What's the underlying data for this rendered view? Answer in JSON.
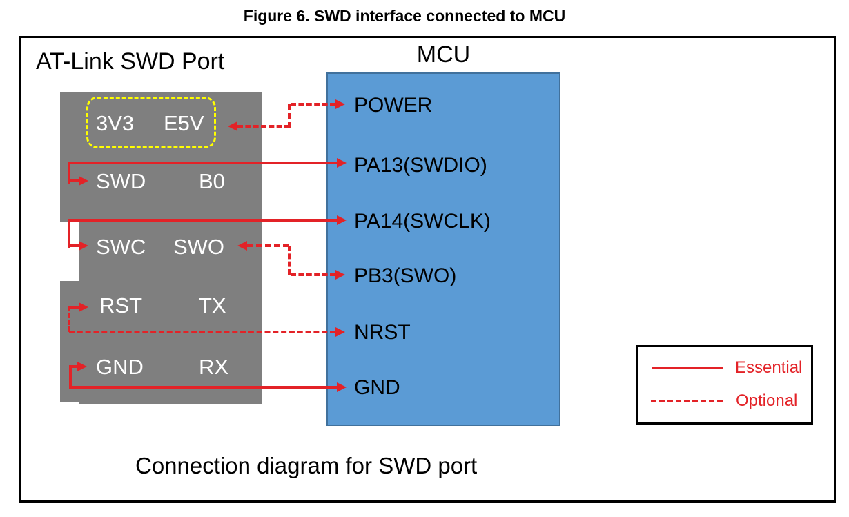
{
  "figure_title": "Figure 6. SWD interface connected to MCU",
  "caption": "Connection diagram for SWD port",
  "atlink": {
    "title": "AT-Link SWD Port",
    "power_pins": {
      "left": "3V3",
      "right": "E5V"
    },
    "rows": [
      {
        "left": "SWD",
        "right": "B0"
      },
      {
        "left": "SWC",
        "right": "SWO"
      },
      {
        "left": "RST",
        "right": "TX"
      },
      {
        "left": "GND",
        "right": "RX"
      }
    ]
  },
  "mcu": {
    "title": "MCU",
    "pins": [
      "POWER",
      "PA13(SWDIO)",
      "PA14(SWCLK)",
      "PB3(SWO)",
      "NRST",
      "GND"
    ]
  },
  "legend": {
    "essential": "Essential",
    "optional": "Optional"
  },
  "connections": [
    {
      "from": "3V3/E5V",
      "to": "POWER",
      "type": "optional"
    },
    {
      "from": "SWD",
      "to": "PA13(SWDIO)",
      "type": "essential"
    },
    {
      "from": "SWC",
      "to": "PA14(SWCLK)",
      "type": "essential"
    },
    {
      "from": "SWO",
      "to": "PB3(SWO)",
      "type": "optional"
    },
    {
      "from": "RST",
      "to": "NRST",
      "type": "optional"
    },
    {
      "from": "GND",
      "to": "GND",
      "type": "essential"
    }
  ],
  "colors": {
    "connector_gray": "#7f7f7f",
    "mcu_blue": "#5b9bd5",
    "mcu_border": "#41719c",
    "wire_red": "#e32227",
    "power_outline_yellow": "#ffff00",
    "frame_black": "#000000"
  }
}
